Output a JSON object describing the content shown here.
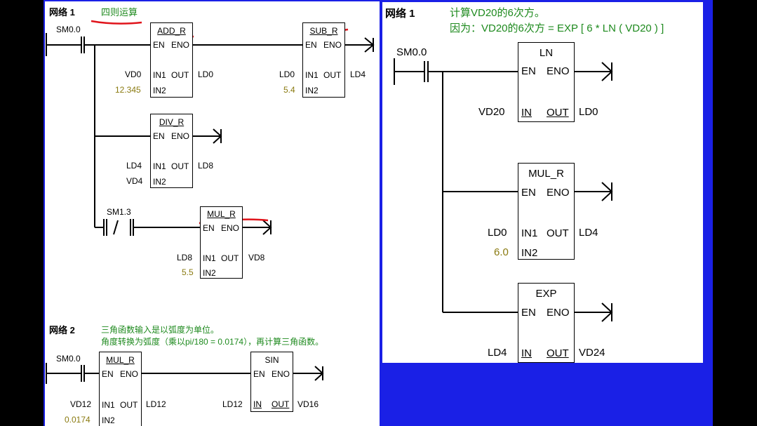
{
  "colors": {
    "frame_blue": "#1a20e6",
    "label_green": "#1e8a1e",
    "const_olive": "#8a7a10",
    "annotation_red": "#e0141b"
  },
  "left": {
    "net1": {
      "label": "网络 1",
      "comment": "四则运算",
      "contact": "SM0.0",
      "add": {
        "title": "ADD_R",
        "en": "EN",
        "eno": "ENO",
        "in1_pin": "IN1",
        "out_pin": "OUT",
        "in2_pin": "IN2",
        "in1": "VD0",
        "in2": "12.345",
        "out": "LD0"
      },
      "sub": {
        "title": "SUB_R",
        "en": "EN",
        "eno": "ENO",
        "in1_pin": "IN1",
        "out_pin": "OUT",
        "in2_pin": "IN2",
        "in1": "LD0",
        "in2": "5.4",
        "out": "LD4"
      },
      "div": {
        "title": "DIV_R",
        "en": "EN",
        "eno": "ENO",
        "in1_pin": "IN1",
        "out_pin": "OUT",
        "in2_pin": "IN2",
        "in1": "LD4",
        "in2": "VD4",
        "out": "LD8"
      },
      "contact2": "SM1.3",
      "contact2_symbol": "/",
      "mul": {
        "title": "MUL_R",
        "en": "EN",
        "eno": "ENO",
        "in1_pin": "IN1",
        "out_pin": "OUT",
        "in2_pin": "IN2",
        "in1": "LD8",
        "in2": "5.5",
        "out": "VD8"
      }
    },
    "net2": {
      "label": "网络 2",
      "comment1": "三角函数输入是以弧度为单位。",
      "comment2": "角度转换为弧度（乘以pi/180 = 0.0174），再计算三角函数。",
      "contact": "SM0.0",
      "mul": {
        "title": "MUL_R",
        "en": "EN",
        "eno": "ENO",
        "in1_pin": "IN1",
        "out_pin": "OUT",
        "in2_pin": "IN2",
        "in1": "VD12",
        "in2": "0.0174",
        "out": "LD12"
      },
      "sin": {
        "title": "SIN",
        "en": "EN",
        "eno": "ENO",
        "in_pin": "IN",
        "out_pin": "OUT",
        "in": "LD12",
        "out": "VD16"
      }
    }
  },
  "right": {
    "label": "网络 1",
    "comment1": "计算VD20的6次方。",
    "comment2": "因为：VD20的6次方 = EXP [ 6 * LN ( VD20 ) ]",
    "contact": "SM0.0",
    "ln": {
      "title": "LN",
      "en": "EN",
      "eno": "ENO",
      "in_pin": "IN",
      "out_pin": "OUT",
      "in": "VD20",
      "out": "LD0"
    },
    "mul": {
      "title": "MUL_R",
      "en": "EN",
      "eno": "ENO",
      "in1_pin": "IN1",
      "out_pin": "OUT",
      "in2_pin": "IN2",
      "in1": "LD0",
      "in2": "6.0",
      "out": "LD4"
    },
    "exp": {
      "title": "EXP",
      "en": "EN",
      "eno": "ENO",
      "in_pin": "IN",
      "out_pin": "OUT",
      "in": "LD4",
      "out": "VD24"
    }
  }
}
